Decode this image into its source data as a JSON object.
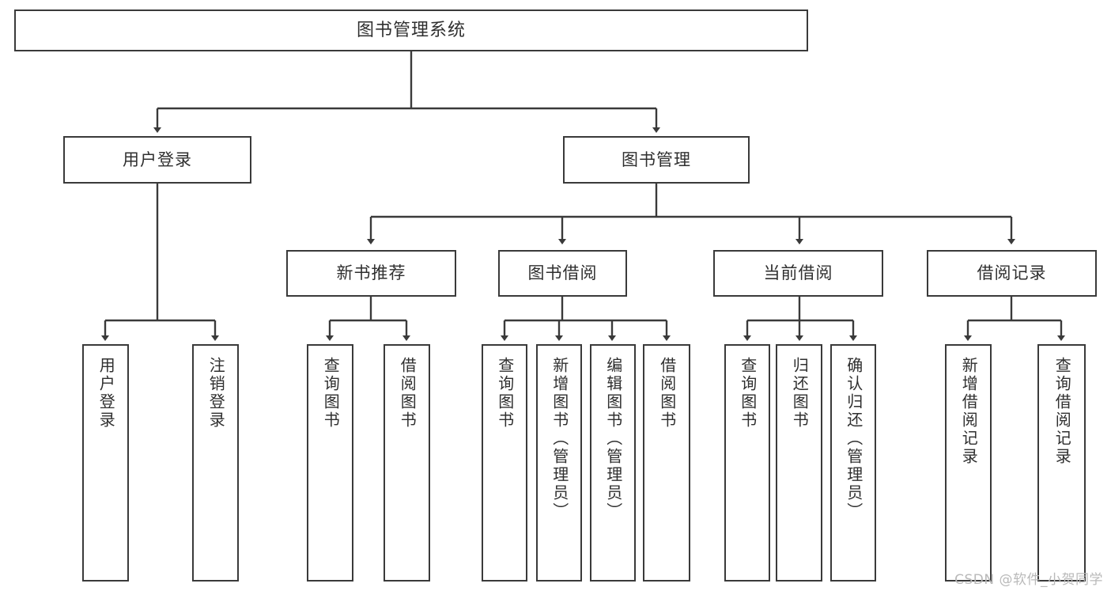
{
  "diagram": {
    "title": "图书管理系统",
    "type": "tree",
    "root": {
      "label": "图书管理系统"
    },
    "level2": [
      {
        "label": "用户登录"
      },
      {
        "label": "图书管理"
      }
    ],
    "level3": [
      {
        "label": "新书推荐",
        "parent": "图书管理"
      },
      {
        "label": "图书借阅",
        "parent": "图书管理"
      },
      {
        "label": "当前借阅",
        "parent": "图书管理"
      },
      {
        "label": "借阅记录",
        "parent": "图书管理"
      }
    ],
    "leaves": {
      "user_login": [
        {
          "label": "用户登录"
        },
        {
          "label": "注销登录"
        }
      ],
      "new_book_recommend": [
        {
          "label": "查询图书"
        },
        {
          "label": "借阅图书"
        }
      ],
      "book_borrow": [
        {
          "label": "查询图书"
        },
        {
          "label": "新增图书（管理员）"
        },
        {
          "label": "编辑图书（管理员）"
        },
        {
          "label": "借阅图书"
        }
      ],
      "current_borrow": [
        {
          "label": "查询图书"
        },
        {
          "label": "归还图书"
        },
        {
          "label": "确认归还（管理员）"
        }
      ],
      "borrow_record": [
        {
          "label": "新增借阅记录"
        },
        {
          "label": "查询借阅记录"
        }
      ]
    }
  },
  "watermark": {
    "text": "CSDN @软件_小贺同学"
  },
  "colors": {
    "border": "#3a3a3a",
    "text": "#2f2f2f",
    "background": "#ffffff",
    "watermark": "#b9b9b9"
  }
}
